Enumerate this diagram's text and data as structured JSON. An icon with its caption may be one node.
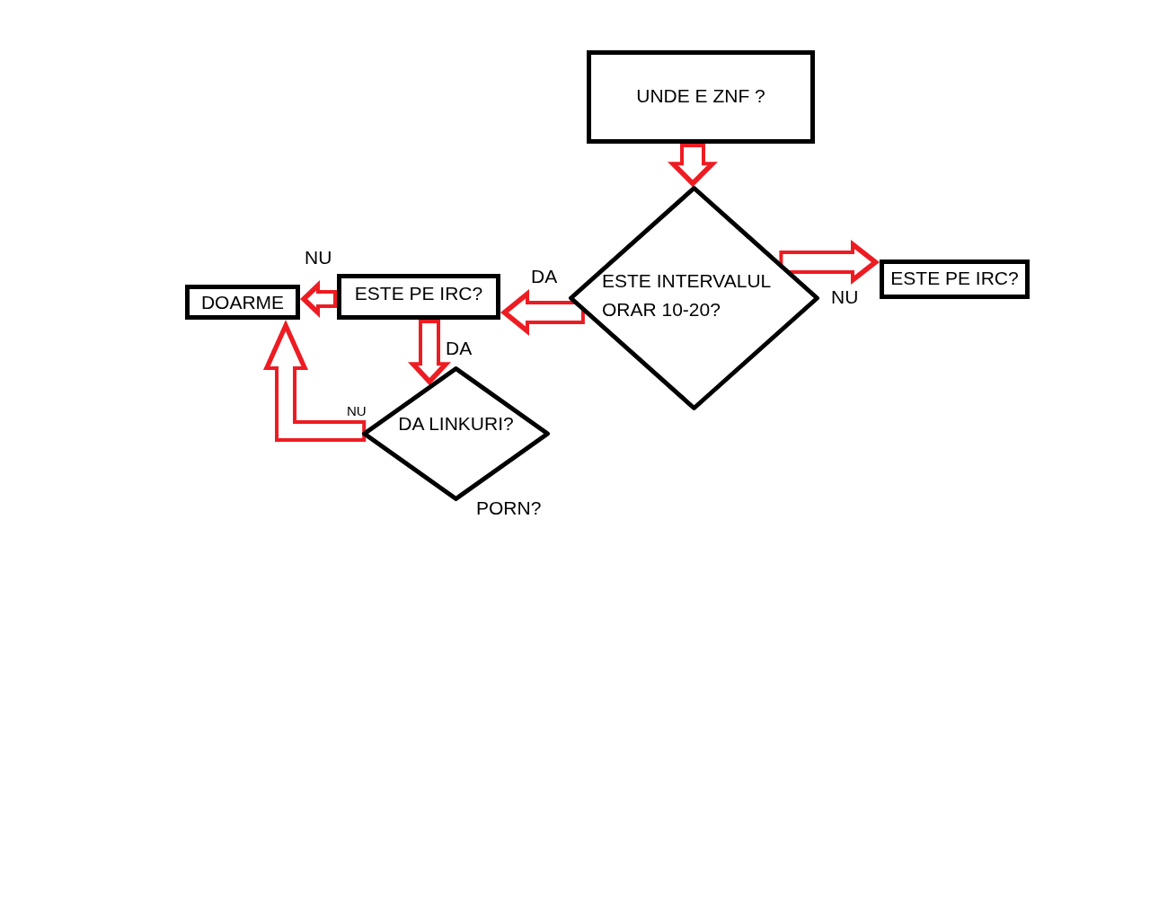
{
  "diagram": {
    "nodes": [
      {
        "text": [
          "UNDE E ZNF ?"
        ]
      },
      {
        "text": [
          "ESTE INTERVALUL ORAR 10-20?"
        ]
      },
      {
        "text": [
          "ESTE PE IRC?"
        ]
      },
      {
        "text": [
          "ESTE PE IRC?"
        ]
      },
      {
        "text": [
          "DOARME"
        ]
      },
      {
        "text": [
          "DA LINKURI?"
        ],
        "beside": [
          "PORN?"
        ]
      }
    ],
    "edges": [
      {
        "from": 0,
        "to": 1,
        "arrow": "to"
      },
      {
        "from": 1,
        "to": 2,
        "arrow": "to",
        "label": "NU"
      },
      {
        "from": 1,
        "to": 3,
        "arrow": "to",
        "label": "DA"
      },
      {
        "from": 3,
        "to": 4,
        "arrow": "to",
        "label": "NU"
      },
      {
        "from": 3,
        "to": 5,
        "arrow": "to",
        "label": "DA"
      },
      {
        "from": 5,
        "to": 4,
        "arrow": "to",
        "label": "NU"
      }
    ]
  }
}
